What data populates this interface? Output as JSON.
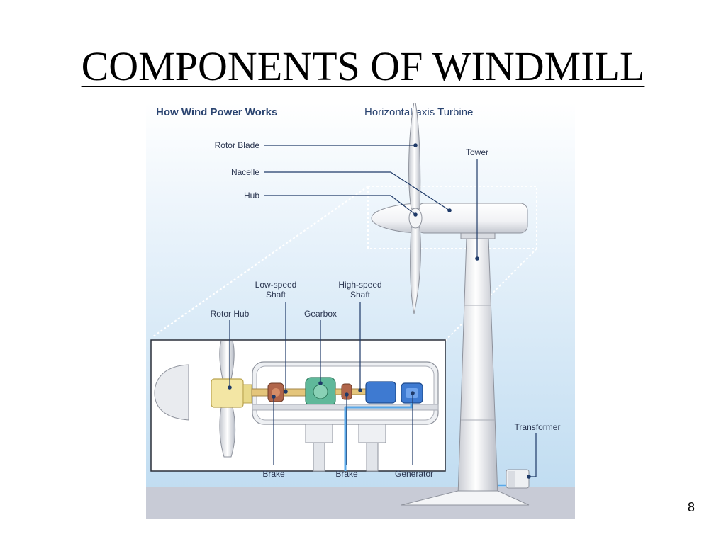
{
  "slide": {
    "title": "COMPONENTS OF WINDMILL",
    "page_number": "8"
  },
  "diagram": {
    "header": {
      "bold": "How Wind Power Works",
      "subtitle": "Horizontal-axis Turbine"
    },
    "labels": {
      "rotor_blade": "Rotor Blade",
      "nacelle": "Nacelle",
      "hub": "Hub",
      "tower": "Tower",
      "low_speed_shaft": [
        "Low-speed",
        "Shaft"
      ],
      "high_speed_shaft": [
        "High-speed",
        "Shaft"
      ],
      "rotor_hub": "Rotor Hub",
      "gearbox": "Gearbox",
      "brake_1": "Brake",
      "brake_2": "Brake",
      "generator": "Generator",
      "transformer": "Transformer"
    },
    "colors": {
      "sky_top": "#ffffff",
      "sky_bottom": "#bcdaf0",
      "ground": "#c8cbd6",
      "leader_line": "#1f3a68",
      "label_text": "#2a3550",
      "header_text": "#2a4470",
      "rotor_hub_part": "#f3e6a4",
      "gearbox_part": "#5fb89a",
      "generator_part": "#3e7ad1",
      "brake_part": "#b0654a",
      "power_cable": "#5aa8e8"
    }
  }
}
